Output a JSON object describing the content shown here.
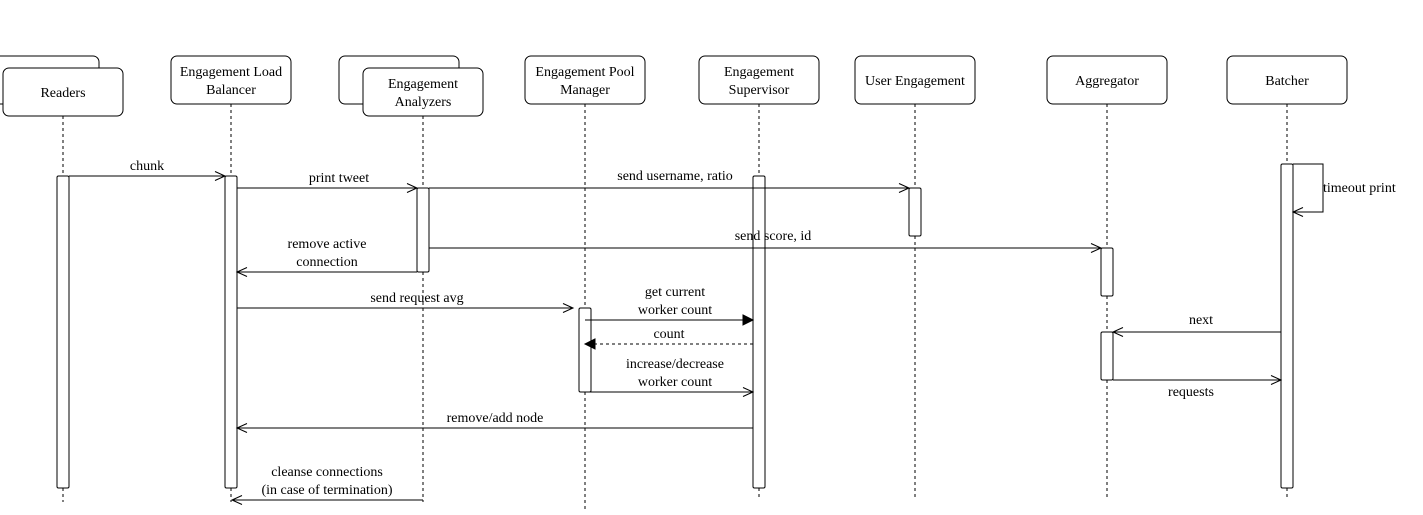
{
  "participants": [
    {
      "id": "readers",
      "lines": [
        "Readers"
      ],
      "stacked": true
    },
    {
      "id": "engagement-load-balancer",
      "lines": [
        "Engagement Load",
        "Balancer"
      ],
      "stacked": false
    },
    {
      "id": "engagement-analyzers",
      "lines": [
        "Engagement",
        "Analyzers"
      ],
      "stacked": true
    },
    {
      "id": "engagement-pool-manager",
      "lines": [
        "Engagement Pool",
        "Manager"
      ],
      "stacked": false
    },
    {
      "id": "engagement-supervisor",
      "lines": [
        "Engagement",
        "Supervisor"
      ],
      "stacked": false
    },
    {
      "id": "user-engagement",
      "lines": [
        "User Engagement"
      ],
      "stacked": false
    },
    {
      "id": "aggregator",
      "lines": [
        "Aggregator"
      ],
      "stacked": false
    },
    {
      "id": "batcher",
      "lines": [
        "Batcher"
      ],
      "stacked": false
    }
  ],
  "messages": [
    {
      "id": "chunk",
      "from": "readers",
      "to": "engagement-load-balancer",
      "lines": [
        "chunk"
      ],
      "style": "solid",
      "head": "open"
    },
    {
      "id": "print-tweet",
      "from": "engagement-load-balancer",
      "to": "engagement-analyzers",
      "lines": [
        "print tweet"
      ],
      "style": "solid",
      "head": "open"
    },
    {
      "id": "send-username-ratio",
      "from": "engagement-analyzers",
      "to": "user-engagement",
      "lines": [
        "send username, ratio"
      ],
      "style": "solid",
      "head": "open"
    },
    {
      "id": "timeout-print",
      "from": "batcher",
      "to": "batcher",
      "lines": [
        "timeout print"
      ],
      "style": "solid",
      "head": "open"
    },
    {
      "id": "send-score-id",
      "from": "engagement-analyzers",
      "to": "aggregator",
      "lines": [
        "send score, id"
      ],
      "style": "solid",
      "head": "open"
    },
    {
      "id": "remove-active-connection",
      "from": "engagement-analyzers",
      "to": "engagement-load-balancer",
      "lines": [
        "remove active",
        "connection"
      ],
      "style": "solid",
      "head": "open"
    },
    {
      "id": "send-request-avg",
      "from": "engagement-load-balancer",
      "to": "engagement-pool-manager",
      "lines": [
        "send request avg"
      ],
      "style": "solid",
      "head": "open"
    },
    {
      "id": "get-current-worker-count",
      "from": "engagement-pool-manager",
      "to": "engagement-supervisor",
      "lines": [
        "get current",
        "worker count"
      ],
      "style": "solid",
      "head": "filled"
    },
    {
      "id": "next",
      "from": "batcher",
      "to": "aggregator",
      "lines": [
        "next"
      ],
      "style": "solid",
      "head": "open"
    },
    {
      "id": "count",
      "from": "engagement-supervisor",
      "to": "engagement-pool-manager",
      "lines": [
        "count"
      ],
      "style": "dashed",
      "head": "filled"
    },
    {
      "id": "increase-decrease-worker-count",
      "from": "engagement-pool-manager",
      "to": "engagement-supervisor",
      "lines": [
        "increase/decrease",
        "worker count"
      ],
      "style": "solid",
      "head": "open"
    },
    {
      "id": "requests",
      "from": "aggregator",
      "to": "batcher",
      "lines": [
        "requests"
      ],
      "style": "solid",
      "head": "open"
    },
    {
      "id": "remove-add-node",
      "from": "engagement-supervisor",
      "to": "engagement-load-balancer",
      "lines": [
        "remove/add node"
      ],
      "style": "solid",
      "head": "open"
    },
    {
      "id": "cleanse-connections",
      "from": "engagement-analyzers",
      "to": "engagement-load-balancer",
      "lines": [
        "cleanse connections",
        "(in case of termination)"
      ],
      "style": "solid",
      "head": "open"
    }
  ],
  "colors": {
    "stroke": "#000000",
    "fill": "#ffffff",
    "text": "#000000"
  }
}
